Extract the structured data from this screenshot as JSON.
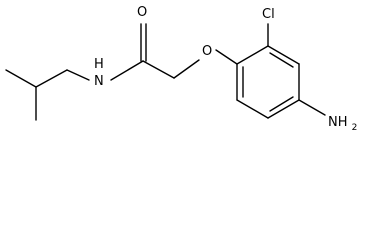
{
  "structure": {
    "atoms": {
      "carbonyl_oxygen": "O",
      "ether_oxygen": "O",
      "amide_nitrogen": "N",
      "amide_hydrogen": "H",
      "chlorine": "Cl",
      "amine": "NH",
      "amine_subscript": "2"
    }
  }
}
